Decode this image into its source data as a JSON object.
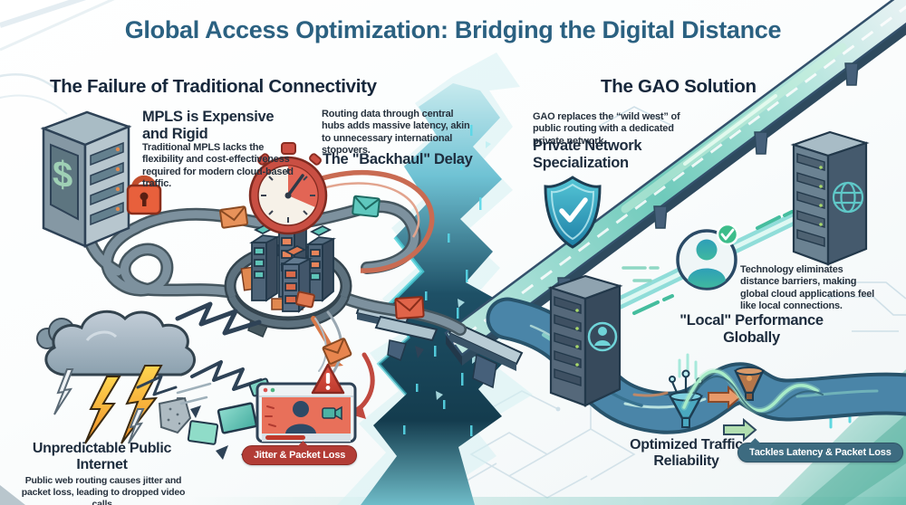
{
  "header": {
    "title": "Global Access Optimization: Bridging the Digital Distance"
  },
  "left": {
    "heading": "The Failure of Traditional Connectivity",
    "mpls": {
      "title": "MPLS is Expensive and Rigid",
      "body": "Traditional MPLS lacks the flexibility and cost-effectiveness required for modern cloud-based traffic."
    },
    "backhaul": {
      "note": "Routing data through central hubs adds massive latency, akin to unnecessary international stopovers.",
      "title": "The \"Backhaul\" Delay"
    },
    "internet": {
      "title": "Unpredictable Public Internet",
      "body": "Public web routing causes jitter and packet loss, leading to dropped video calls."
    },
    "badge": "Jitter & Packet Loss"
  },
  "right": {
    "heading": "The GAO Solution",
    "private_network": {
      "note": "GAO replaces the “wild west” of public routing with a dedicated private network.",
      "title": "Private Network Specialization"
    },
    "local_performance": {
      "note": "Technology eliminates distance barriers, making global cloud applications feel like local connections.",
      "title": "\"Local\" Performance Globally"
    },
    "traffic": {
      "title": "Optimized Traffic Reliability"
    },
    "badge": "Tackles Latency & Packet Loss"
  },
  "icons": {
    "dollar-server-icon": "server tower with $ sign",
    "padlock-icon": "red padlock",
    "stopwatch-icon": "red stopwatch",
    "storm-cloud-icon": "storm cloud with lightning",
    "video-call-icon": "video call window",
    "warning-icon": "red warning triangle",
    "shield-check-icon": "teal shield with checkmark",
    "globe-server-icon": "server with globe",
    "user-server-icon": "server with user",
    "user-check-avatar-icon": "user avatar with green check",
    "funnel-icon": "traffic funnel"
  },
  "colors": {
    "title_blue": "#2b6181",
    "heading_navy": "#16273b",
    "accent_teal": "#3fb8ad",
    "alert_red": "#b23c35",
    "badge_teal": "#3d6b80"
  }
}
